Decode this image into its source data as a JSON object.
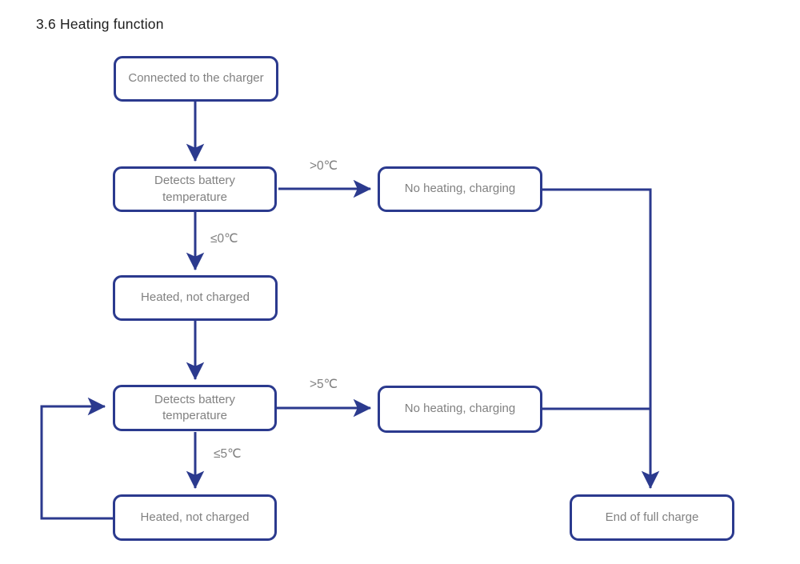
{
  "page": {
    "title": "3.6 Heating function"
  },
  "diagram": {
    "colors": {
      "line": "#2b3a8e",
      "box_border": "#2b3a8e",
      "box_text": "#818181",
      "title_text": "#1d1d1d"
    },
    "boxes": [
      {
        "label": "Connected to the charger"
      },
      {
        "label": "Detects battery temperature"
      },
      {
        "label": "No heating, charging"
      },
      {
        "label": "Heated, not charged"
      },
      {
        "label": "Detects battery temperature"
      },
      {
        "label": "No heating, charging"
      },
      {
        "label": "Heated, not charged"
      },
      {
        "label": "End of full charge"
      }
    ],
    "edge_labels": {
      "gt0": ">0℃",
      "le0": "≤0℃",
      "gt5": ">5℃",
      "le5": "≤5℃"
    }
  }
}
